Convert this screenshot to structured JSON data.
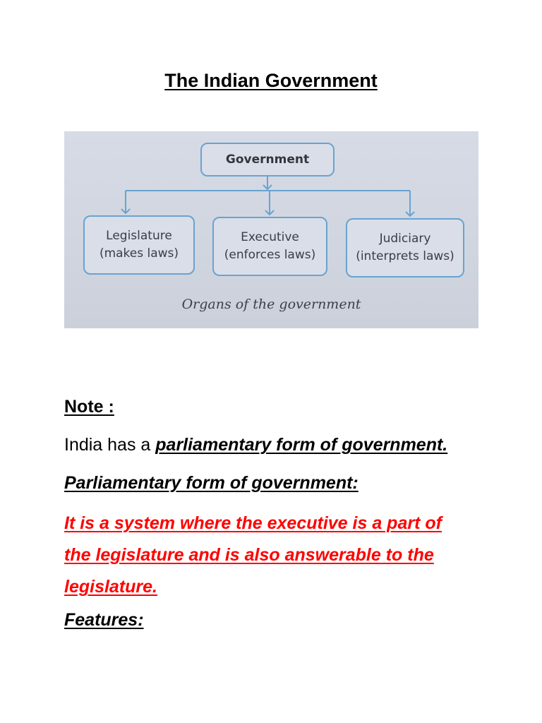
{
  "title": "The Indian Government",
  "figure": {
    "top_box": "Government",
    "boxes": [
      {
        "name": "Legislature",
        "desc": "(makes laws)"
      },
      {
        "name": "Executive",
        "desc": "(enforces laws)"
      },
      {
        "name": "Judiciary",
        "desc": "(interprets laws)"
      }
    ],
    "caption": "Organs of the government",
    "colors": {
      "box_border": "#6aa3cf",
      "background": "#d3d8e2"
    }
  },
  "note_label": "Note :",
  "intro": {
    "prefix": "India has a ",
    "emphasis": "parliamentary form of government."
  },
  "definition_heading": "Parliamentary form of government:",
  "definition_lines": [
    "It is a system where the executive is a part of",
    "the legislature and is also answerable to the",
    "legislature."
  ],
  "features_heading": "Features:",
  "colors": {
    "definition_text": "#ff0000",
    "body_text": "#000000"
  }
}
